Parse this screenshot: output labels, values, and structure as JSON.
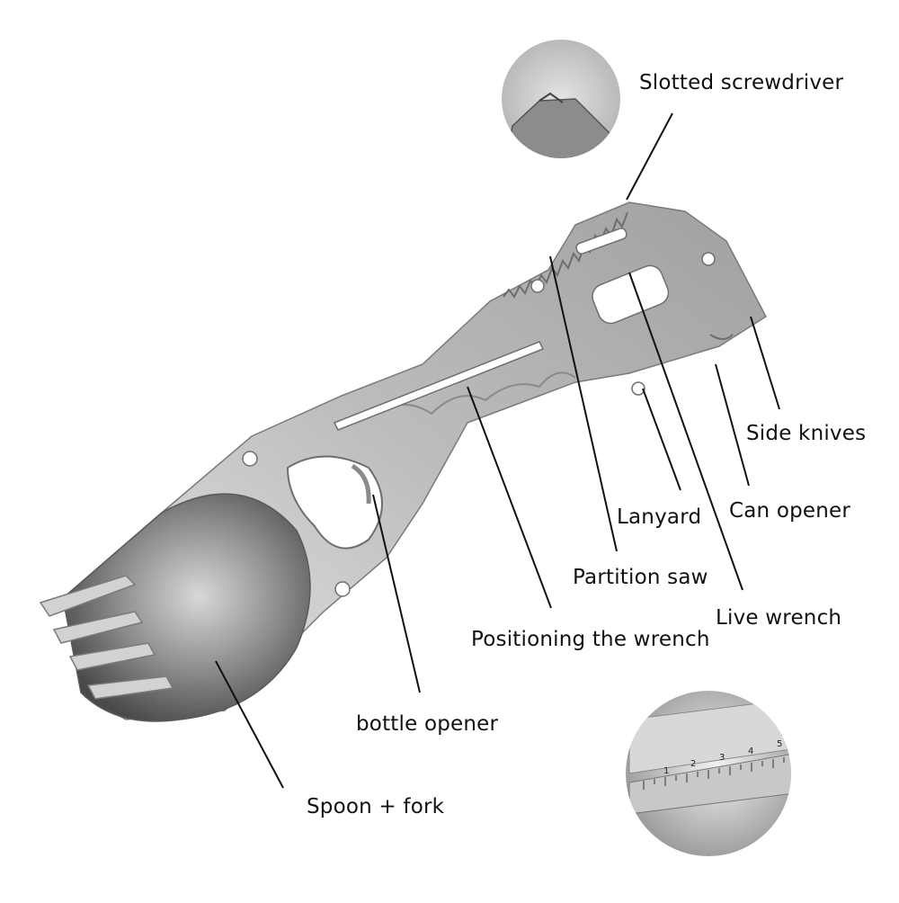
{
  "labels": {
    "slotted_screwdriver": "Slotted screwdriver",
    "side_knives": "Side knives",
    "can_opener": "Can opener",
    "lanyard": "Lanyard",
    "partition_saw": "Partition saw",
    "live_wrench": "Live wrench",
    "positioning_wrench": "Positioning the wrench",
    "bottle_opener": "bottle opener",
    "spoon_fork": "Spoon + fork"
  },
  "inset_ruler": {
    "ticks": [
      "1",
      "2",
      "3",
      "4",
      "5"
    ]
  },
  "colors": {
    "background": "#ffffff",
    "steel_light": "#dcdcdc",
    "steel_mid": "#a9a9a9",
    "steel_dark": "#6e6e6e",
    "line": "#111111"
  }
}
